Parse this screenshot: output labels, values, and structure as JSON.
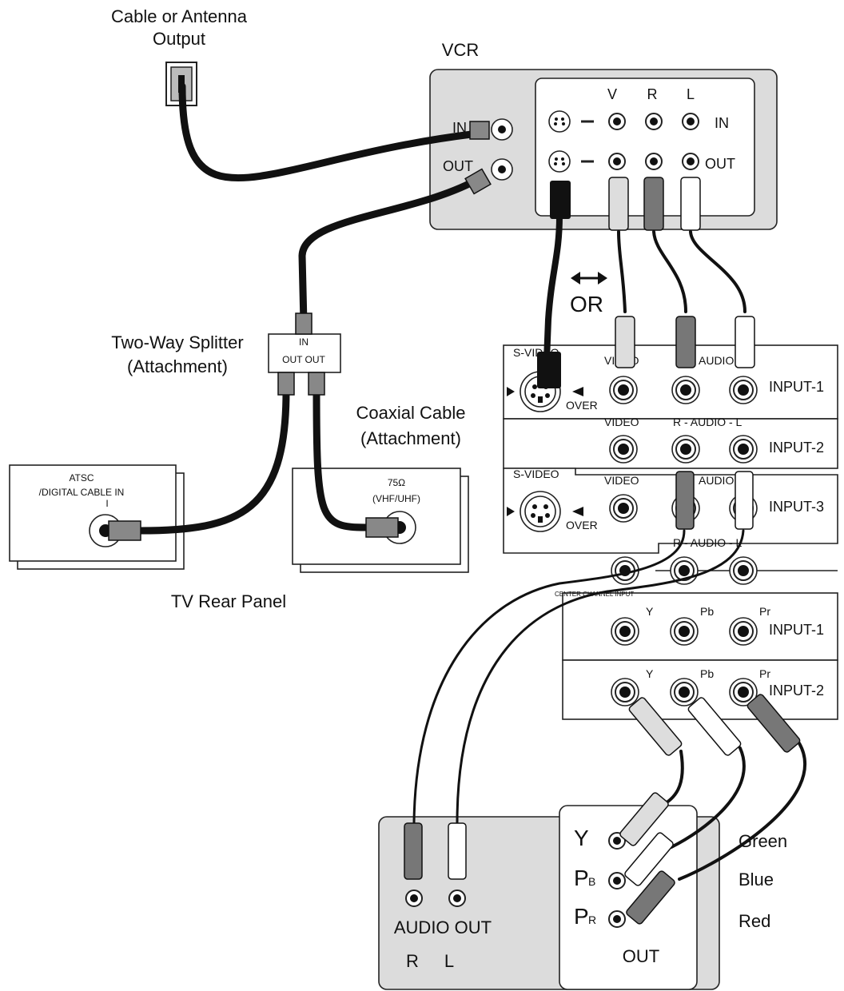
{
  "labels": {
    "antenna_line1": "Cable or Antenna",
    "antenna_line2": "Output",
    "vcr_title": "VCR",
    "vcr_in": "IN",
    "vcr_out": "OUT",
    "vcr_v": "V",
    "vcr_r": "R",
    "vcr_l": "L",
    "vcr_row_in": "IN",
    "vcr_row_out": "OUT",
    "or": "OR",
    "splitter_line1": "Two-Way Splitter",
    "splitter_line2": "(Attachment)",
    "splitter_in": "IN",
    "splitter_out": "OUT OUT",
    "coax_line1": "Coaxial Cable",
    "coax_line2": "(Attachment)",
    "atsc_line1": "ATSC",
    "atsc_line2": "/DIGITAL CABLE IN",
    "atsc_line3": "I",
    "vhf_line1": "75Ω",
    "vhf_line2": "(VHF/UHF)",
    "tv_rear_panel": "TV Rear Panel",
    "tv_svideo_1": "S-VIDEO",
    "tv_video_1": "VIDEO",
    "tv_audio_1": "AUDIO",
    "tv_over_1": "OVER",
    "tv_input_1": "INPUT-1",
    "tv_video_2": "VIDEO",
    "tv_raudiol_2": "R - AUDIO - L",
    "tv_input_2": "INPUT-2",
    "tv_svideo_3": "S-VIDEO",
    "tv_video_3": "VIDEO",
    "tv_audio_3": "AUDIO",
    "tv_over_3": "OVER",
    "tv_input_3": "INPUT-3",
    "tv_raudiol_3": "R - AUDIO - L",
    "center_channel": "CENTER CHANNEL INPUT",
    "comp_y_1": "Y",
    "comp_pb_1": "Pb",
    "comp_pr_1": "Pr",
    "comp_input_1": "INPUT-1",
    "comp_y_2": "Y",
    "comp_pb_2": "Pb",
    "comp_pr_2": "Pr",
    "comp_input_2": "INPUT-2",
    "audio_out": "AUDIO OUT",
    "audio_r": "R",
    "audio_l": "L",
    "dev_y": "Y",
    "dev_p": "P",
    "dev_b": "B",
    "dev_r": "R",
    "dev_out": "OUT",
    "green": "Green",
    "blue": "Blue",
    "red": "Red"
  }
}
